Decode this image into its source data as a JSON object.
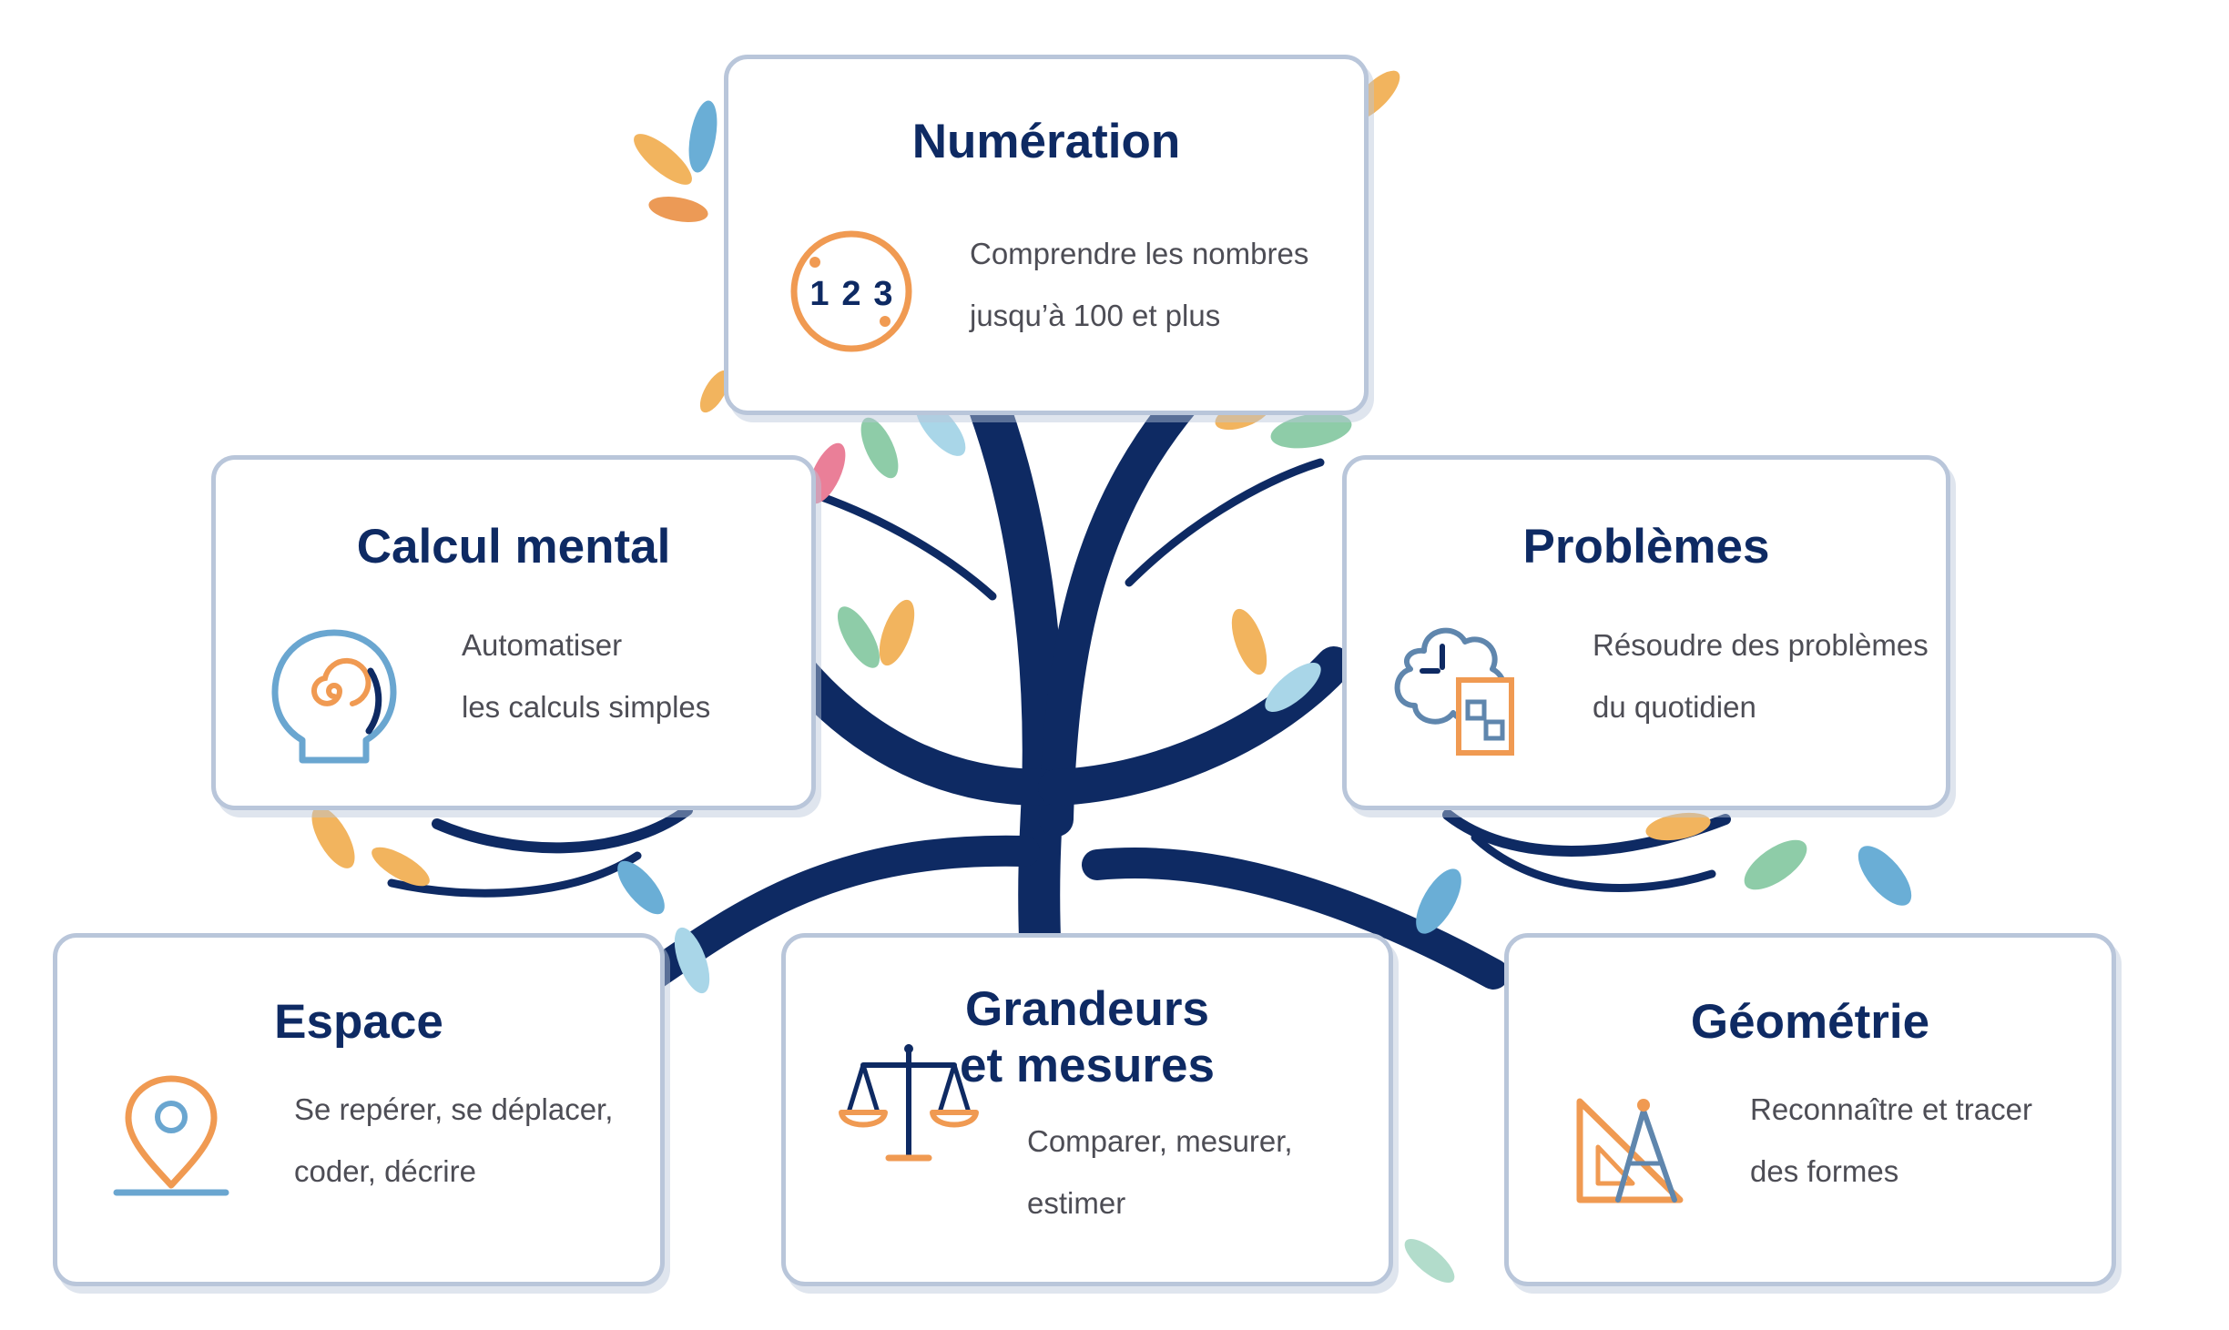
{
  "colors": {
    "trunk": "#0e2a63",
    "title": "#0e2a63",
    "text": "#4d4d55",
    "card_border": "#b9c6da",
    "orange": "#f09a52",
    "blue": "#6aa6d0",
    "leaf_palette": [
      "#f2b45e",
      "#ec9a56",
      "#6aaed6",
      "#a9d6e8",
      "#8ecca8",
      "#ea7f98"
    ]
  },
  "cards": {
    "numeration": {
      "title": "Numération",
      "desc": [
        "Comprendre les nombres",
        "jusqu’à 100 et plus"
      ],
      "icon": "number-123-icon",
      "icon_text": [
        "1",
        "2",
        "3"
      ]
    },
    "calcul": {
      "title": "Calcul mental",
      "desc": [
        "Automatiser",
        "les calculs simples"
      ],
      "icon": "head-brain-icon"
    },
    "problemes": {
      "title": "Problèmes",
      "desc": [
        "Résoudre des problèmes",
        "du quotidien"
      ],
      "icon": "thought-cloud-icon"
    },
    "espace": {
      "title": "Espace",
      "desc": [
        "Se repérer, se déplacer,",
        "coder, décrire"
      ],
      "icon": "location-pin-icon"
    },
    "grandeurs": {
      "title_lines": [
        "Grandeurs",
        "et mesures"
      ],
      "desc": [
        "Comparer, mesurer,",
        "estimer"
      ],
      "icon": "balance-scale-icon"
    },
    "geometrie": {
      "title": "Géométrie",
      "desc": [
        "Reconnaître et tracer",
        "des formes"
      ],
      "icon": "set-square-compass-icon"
    }
  }
}
